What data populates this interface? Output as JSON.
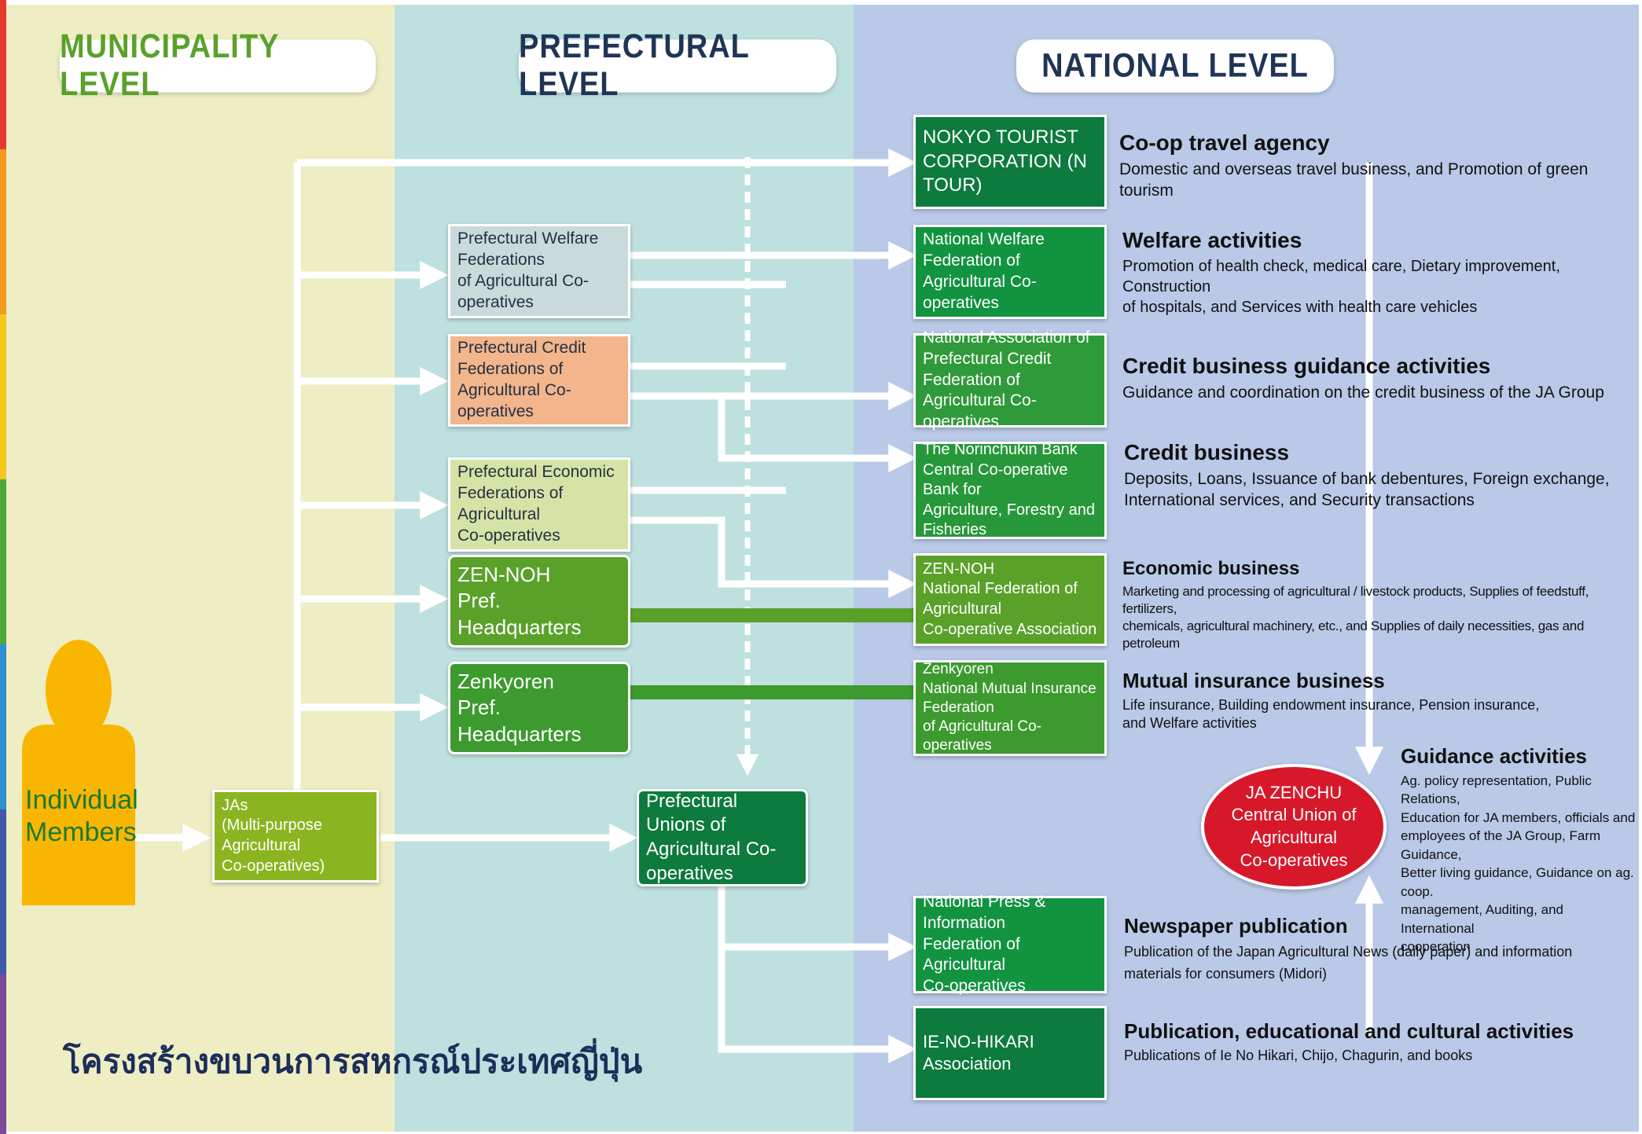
{
  "colors": {
    "municipality_bg": "#eeedc4",
    "prefectural_bg": "#bee0df",
    "national_bg": "#b9c9e7",
    "dark_green": "#0d7a3e",
    "mid_green": "#3c9a2e",
    "lime_green": "#8ab520",
    "pale_blue_gray": "#c9dadb",
    "salmon": "#f2b58c",
    "pale_olive": "#d6e3a7",
    "member_yellow": "#f9b600",
    "zenchu_red": "#d7182a",
    "header_text_green": "#5aa12a",
    "header_text_dark": "#1f3557",
    "caption_color": "#1b2e5a"
  },
  "headers": {
    "municipality": "MUNICIPALITY LEVEL",
    "prefectural": "PREFECTURAL LEVEL",
    "national": "NATIONAL LEVEL"
  },
  "municipality": {
    "members_label": "Individual\nMembers",
    "jas_label": "JAs\n(Multi-purpose Agricultural\nCo-operatives)"
  },
  "prefectural": {
    "welfare": "Prefectural Welfare Federations\nof Agricultural Co-operatives",
    "credit": "Prefectural Credit Federations of\nAgricultural Co-operatives",
    "economic": "Prefectural Economic\nFederations of Agricultural\nCo-operatives",
    "zennoh": "ZEN-NOH\nPref. Headquarters",
    "zenkyoren": "Zenkyoren\nPref. Headquarters",
    "unions": "Prefectural Unions of\nAgricultural Co-operatives"
  },
  "national": {
    "ntour": "NOKYO TOURIST\nCORPORATION (N TOUR)",
    "welfare": "National Welfare Federation of\nAgricultural Co-operatives",
    "credit_assoc": "National Association of\nPrefectural Credit Federation of\nAgricultural Co-operatives",
    "norinchukin": "The Norinchukin Bank\nCentral Co-operative Bank for\nAgriculture, Forestry and Fisheries",
    "zennoh": "ZEN-NOH\nNational Federation of Agricultural\nCo-operative Association",
    "zenkyoren": "Zenkyoren\nNational Mutual Insurance Federation\nof Agricultural Co-operatives",
    "press": "National Press & Information\nFederation of Agricultural\nCo-operatives",
    "ienohikari": "IE-NO-HIKARI Association",
    "zenchu": "JA ZENCHU\nCentral Union of Agricultural\nCo-operatives"
  },
  "descriptions": {
    "travel": {
      "title": "Co-op travel agency",
      "text": "Domestic and overseas travel business, and Promotion of green tourism"
    },
    "welfare": {
      "title": "Welfare activities",
      "text": "Promotion of health check, medical care, Dietary improvement, Construction\nof hospitals, and Services with health care vehicles"
    },
    "credit_guidance": {
      "title": "Credit business guidance activities",
      "text": "Guidance and coordination on the credit business of the JA Group"
    },
    "credit": {
      "title": "Credit business",
      "text": "Deposits, Loans, Issuance of bank debentures, Foreign exchange,\nInternational services, and Security transactions"
    },
    "economic": {
      "title": "Economic business",
      "text": "Marketing and processing of agricultural / livestock products, Supplies of feedstuff, fertilizers,\nchemicals, agricultural machinery, etc., and Supplies of daily necessities, gas and petroleum"
    },
    "mutual": {
      "title": "Mutual insurance business",
      "text": "Life insurance, Building endowment insurance, Pension insurance,\nand Welfare activities"
    },
    "guidance": {
      "title": "Guidance activities",
      "text": "Ag. policy representation, Public Relations,\nEducation for JA members, officials and\nemployees of the JA Group, Farm Guidance,\nBetter living guidance, Guidance on ag. coop.\nmanagement, Auditing, and International\ncooperation"
    },
    "newspaper": {
      "title": "Newspaper publication",
      "text": "Publication of the Japan Agricultural News (daily paper) and information\nmaterials for consumers (Midori)"
    },
    "publication": {
      "title": "Publication, educational and cultural activities",
      "text": "Publications of Ie No Hikari, Chijo, Chagurin, and books"
    }
  },
  "caption": "โครงสร้างขบวนการสหกรณ์ประเทศญี่ปุ่น"
}
